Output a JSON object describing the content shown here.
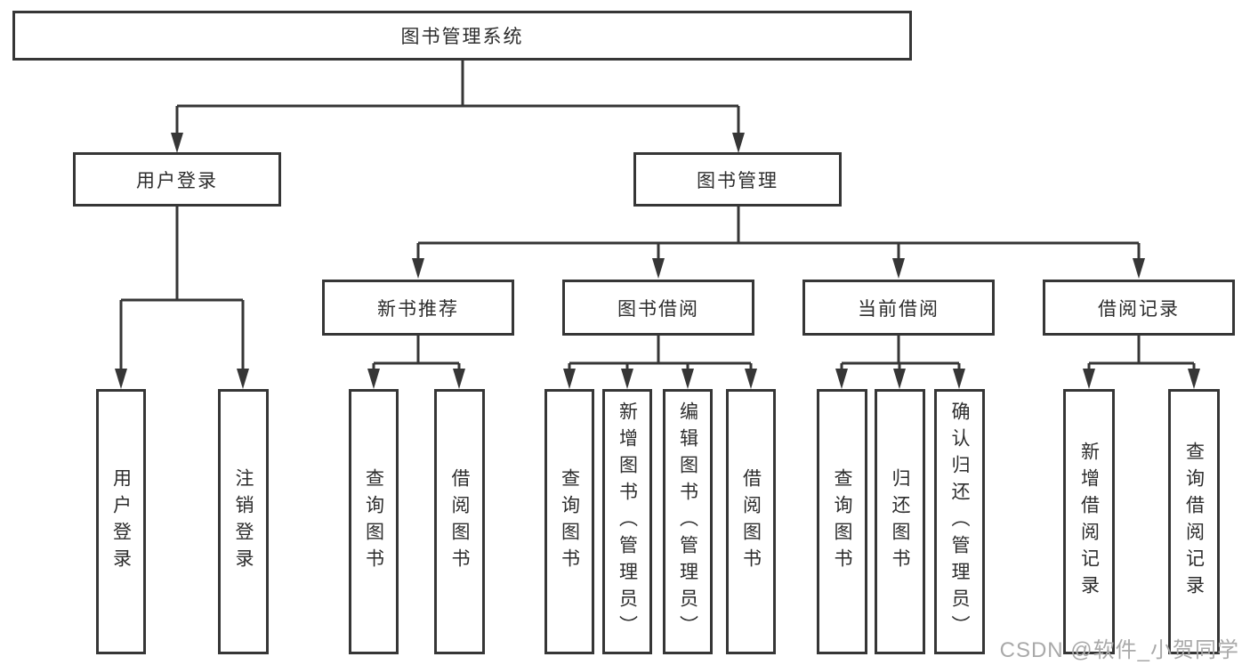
{
  "diagram": {
    "title": "图书管理系统",
    "colors": {
      "line": "#363636",
      "box_background": "#ffffff",
      "text": "#2d2d2d",
      "watermark": "#a9a9a9"
    },
    "tree": {
      "label": "图书管理系统",
      "children": [
        {
          "label": "用户登录",
          "children": [
            {
              "label": "用户登录"
            },
            {
              "label": "注销登录"
            }
          ]
        },
        {
          "label": "图书管理",
          "children": [
            {
              "label": "新书推荐",
              "children": [
                {
                  "label": "查询图书"
                },
                {
                  "label": "借阅图书"
                }
              ]
            },
            {
              "label": "图书借阅",
              "children": [
                {
                  "label": "查询图书"
                },
                {
                  "label": "新增图书（管理员）"
                },
                {
                  "label": "编辑图书（管理员）"
                },
                {
                  "label": "借阅图书"
                }
              ]
            },
            {
              "label": "当前借阅",
              "children": [
                {
                  "label": "查询图书"
                },
                {
                  "label": "归还图书"
                },
                {
                  "label": "确认归还（管理员）"
                }
              ]
            },
            {
              "label": "借阅记录",
              "children": [
                {
                  "label": "新增借阅记录"
                },
                {
                  "label": "查询借阅记录"
                }
              ]
            }
          ]
        }
      ]
    },
    "watermark": "CSDN @软件_小贺同学"
  }
}
